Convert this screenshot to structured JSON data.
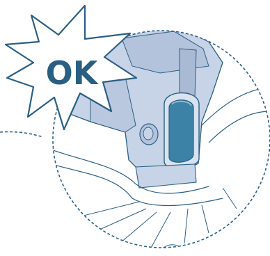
{
  "badge": {
    "label": "OK",
    "text_color": "#2a5f84",
    "fill": "#ffffff",
    "stroke": "#2a5f84"
  },
  "colors": {
    "line": "#2a5f84",
    "part_fill": "#c7d3e6",
    "part_shadow": "#a9bad4",
    "indicator_fill": "#3c82a6",
    "background": "#ffffff"
  },
  "callout": {
    "shape": "dashed-circle-magnifier",
    "leader_line": "dashed"
  }
}
